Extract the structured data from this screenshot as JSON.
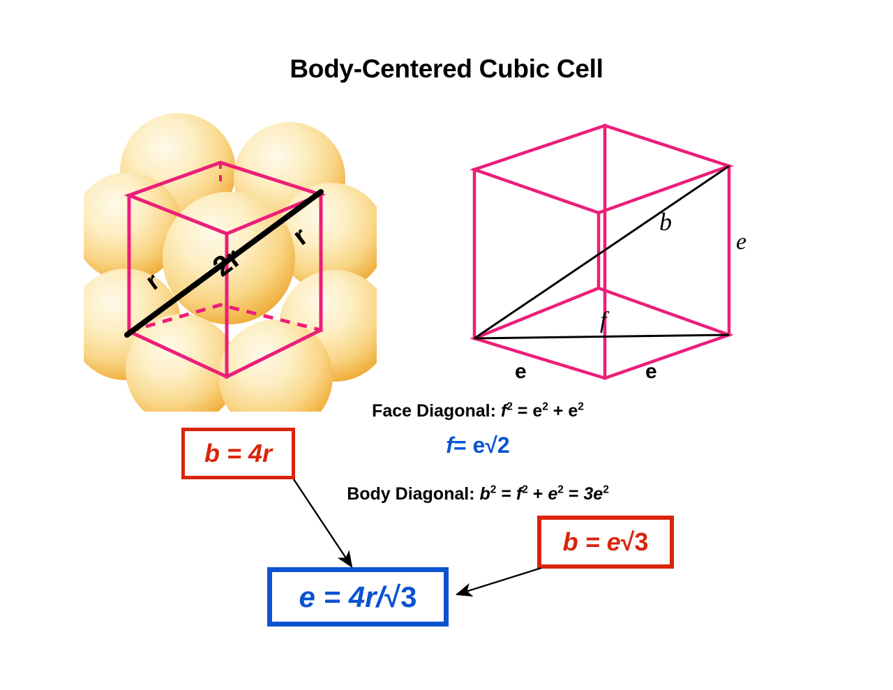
{
  "title": "Body-Centered Cubic Cell",
  "sphere_figure": {
    "caption_labels": [
      {
        "text": "r",
        "position": "lower-left"
      },
      {
        "text": "2r",
        "position": "center-diagonal"
      },
      {
        "text": "r",
        "position": "upper-right"
      }
    ],
    "label_r_left": "r",
    "label_2r": "2r",
    "label_r_right": "r",
    "cell_edge_color": "#ec1e79",
    "diagonal_color": "#000000",
    "sphere_color_center": "#fdf4d6",
    "sphere_color_edge": "#f3b747",
    "sphere_count": 9
  },
  "cube_figure": {
    "label_body_diagonal": "b",
    "label_face_diagonal": "f",
    "label_edge_right": "e",
    "label_edge_bottom_left": "e",
    "label_edge_bottom_right": "e",
    "cube_color": "#ec1e79",
    "diagonal_color": "#000000"
  },
  "equations": {
    "face_diagonal_label": "Face Diagonal",
    "face_diagonal_expr_f": "f",
    "face_diagonal_expr_rest": " = e",
    "face_diagonal_expr_tail": " + e",
    "face_diagonal_result_lhs": "f",
    "face_diagonal_result_rhs": "= e",
    "face_diagonal_result_root": "√2",
    "body_diagonal_label": "Body Diagonal",
    "body_diagonal_b": "b",
    "body_diagonal_f": "f",
    "body_diagonal_e": "e",
    "body_diagonal_tail": "3e",
    "exp_two": "2"
  },
  "boxes": {
    "b_equals_4r": {
      "lhs": "b",
      "op": " = 4",
      "rhs": "r",
      "border_color": "#d9250d",
      "text_color": "#d9250d"
    },
    "b_equals_e_sqrt3": {
      "lhs": "b",
      "op": " = e",
      "root": "√3",
      "border_color": "#d9250d",
      "text_color": "#d9250d"
    },
    "e_equals_4r_over_sqrt3": {
      "lhs": "e",
      "op": "  =  4",
      "rhs": "r/",
      "root": "√3",
      "border_color": "#0b53d0",
      "text_color": "#0b53d0"
    }
  },
  "arrows": {
    "from_b4r_to_result": "arrow-down-right",
    "from_besqrt3_to_result": "arrow-left"
  }
}
